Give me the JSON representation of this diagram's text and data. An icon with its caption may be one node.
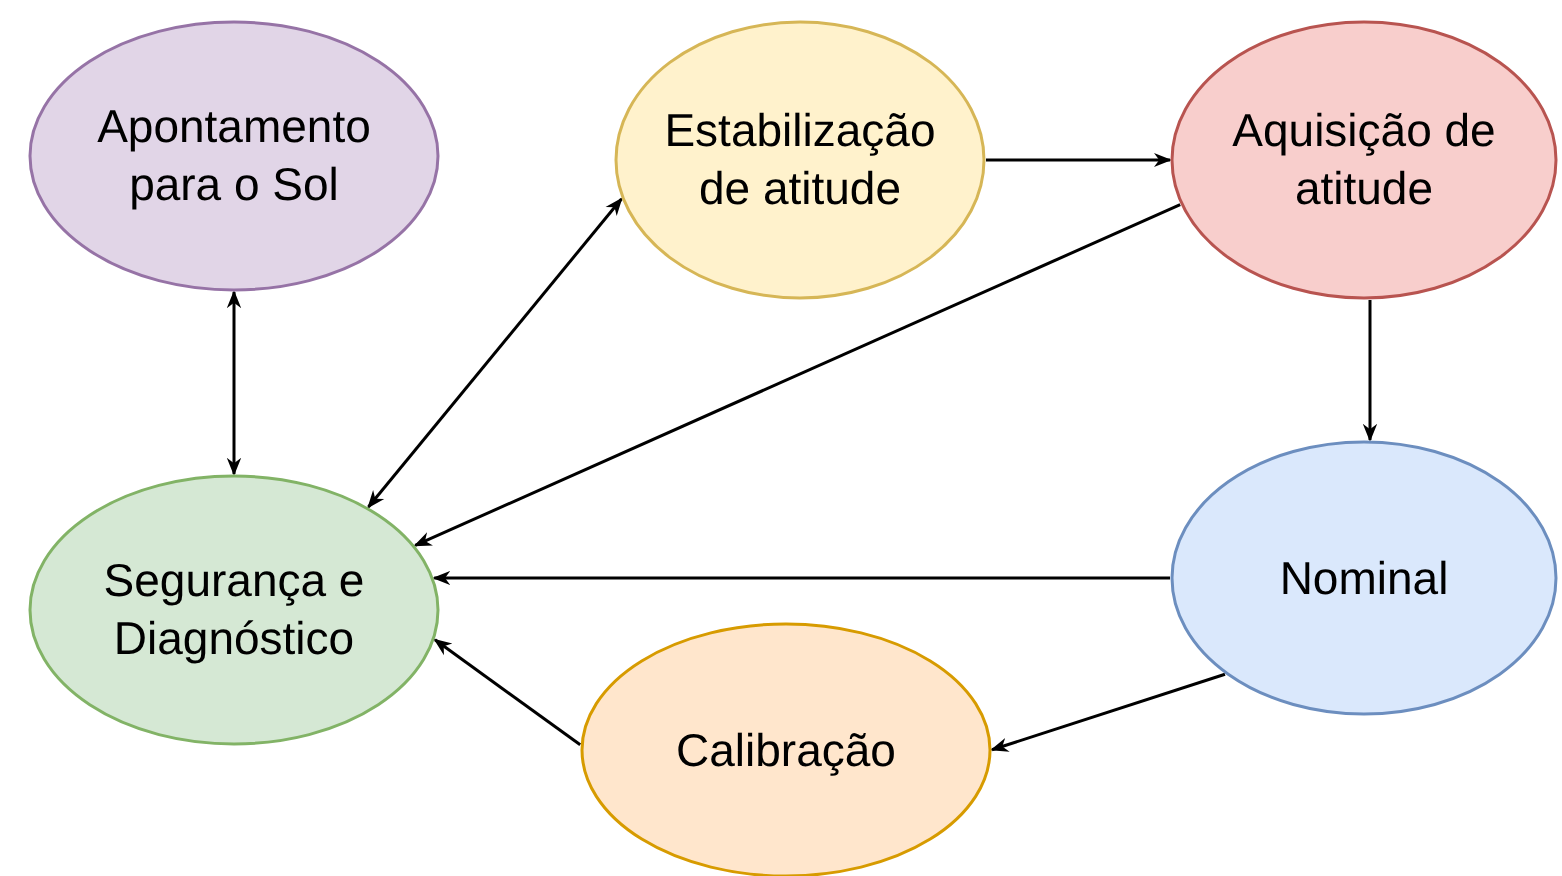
{
  "diagram": {
    "nodes": [
      {
        "text": [
          "Apontamento para o Sol"
        ]
      },
      {
        "text": [
          "Estabilização de atitude"
        ]
      },
      {
        "text": [
          "Aquisição de atitude"
        ]
      },
      {
        "text": [
          "Segurança e Diagnóstico"
        ]
      },
      {
        "text": [
          "Nominal"
        ]
      },
      {
        "text": [
          "Calibração"
        ]
      }
    ],
    "edges": [
      {
        "from": 0,
        "to": 3,
        "arrow": "both"
      },
      {
        "from": 1,
        "to": 3,
        "arrow": "both"
      },
      {
        "from": 1,
        "to": 2,
        "arrow": "to"
      },
      {
        "from": 2,
        "to": 3,
        "arrow": "to"
      },
      {
        "from": 2,
        "to": 4,
        "arrow": "to"
      },
      {
        "from": 4,
        "to": 3,
        "arrow": "to"
      },
      {
        "from": 4,
        "to": 5,
        "arrow": "to"
      },
      {
        "from": 5,
        "to": 3,
        "arrow": "to"
      }
    ]
  }
}
